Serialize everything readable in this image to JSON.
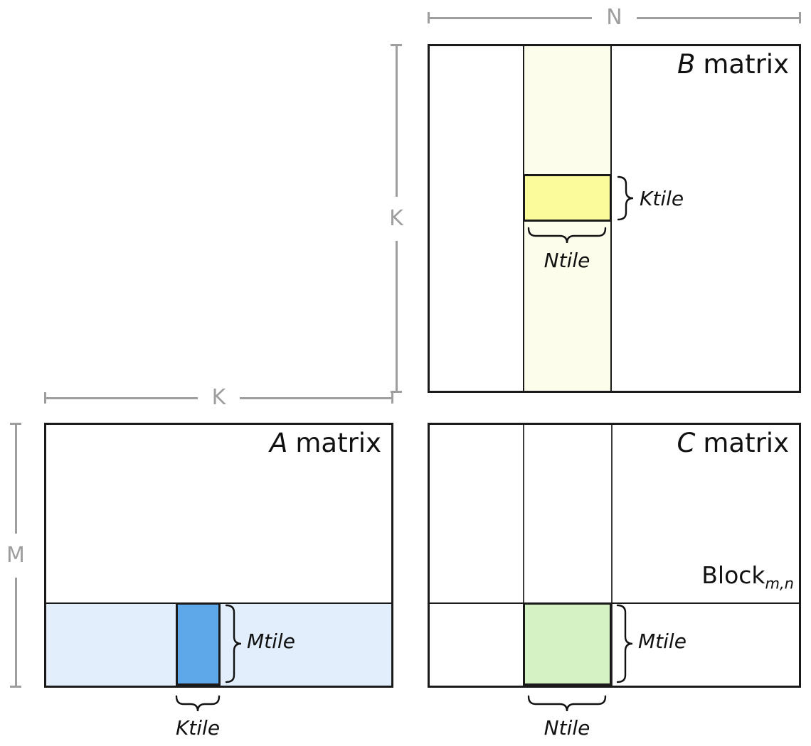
{
  "colors": {
    "b_strip": "#fdfdec",
    "b_tile": "#fbfb9b",
    "a_strip": "#e2eefb",
    "a_tile": "#5ea8e9",
    "c_tile": "#d4f2c3",
    "dim_line": "#9e9e9e",
    "matrix_border": "#1a1a1a"
  },
  "dims": {
    "n": "N",
    "k_b": "K",
    "k_a": "K",
    "m": "M"
  },
  "b_matrix": {
    "title_var": "B",
    "title_word": "matrix",
    "ktile_label": "Ktile",
    "ntile_label": "Ntile"
  },
  "a_matrix": {
    "title_var": "A",
    "title_word": "matrix",
    "mtile_label": "Mtile",
    "ktile_label": "Ktile"
  },
  "c_matrix": {
    "title_var": "C",
    "title_word": "matrix",
    "block_label": "Block",
    "block_subscript": "m,n",
    "mtile_label": "Mtile",
    "ntile_label": "Ntile"
  }
}
